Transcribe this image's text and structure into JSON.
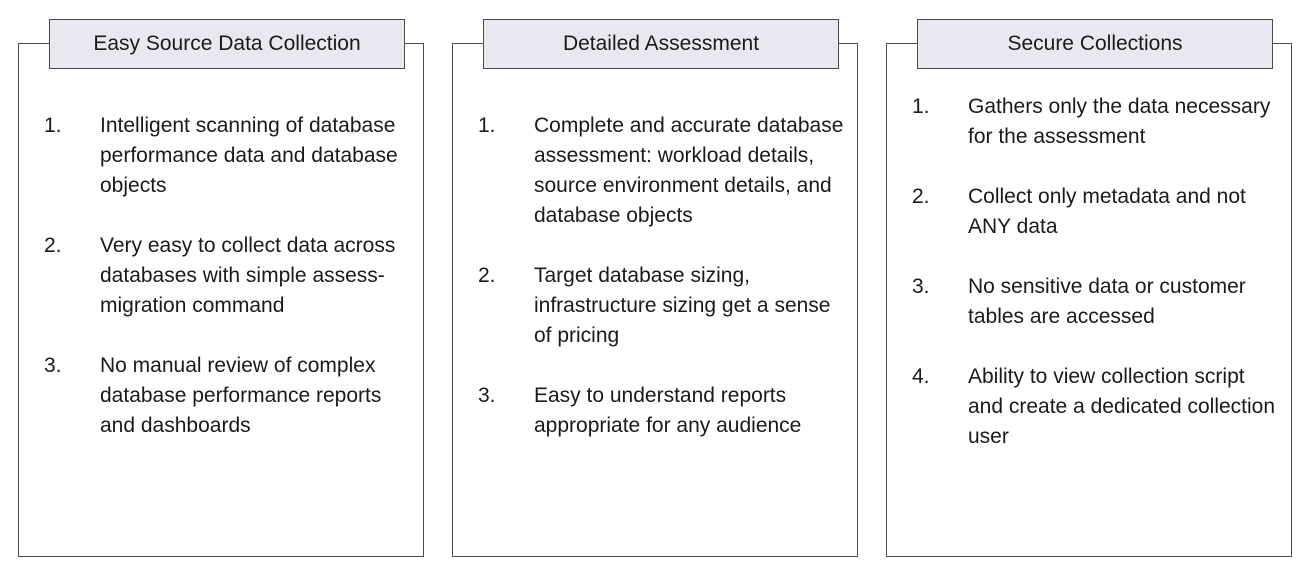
{
  "panels": [
    {
      "title": "Easy Source Data Collection",
      "items": [
        {
          "num": "1.",
          "text": "Intelligent scanning of database performance data and database objects"
        },
        {
          "num": "2.",
          "text": "Very easy to collect data across databases with simple assess-migration command"
        },
        {
          "num": "3.",
          "text": "No manual review of complex database performance reports and dashboards"
        }
      ]
    },
    {
      "title": "Detailed Assessment",
      "items": [
        {
          "num": "1.",
          "text": "Complete and accurate database assessment: workload details, source environment details, and database objects"
        },
        {
          "num": "2.",
          "text": "Target database sizing, infrastructure sizing get a sense of pricing"
        },
        {
          "num": "3.",
          "text": "Easy to understand reports appropriate for any audience"
        }
      ]
    },
    {
      "title": "Secure Collections",
      "items": [
        {
          "num": "1.",
          "text": "Gathers only the data necessary for the assessment"
        },
        {
          "num": "2.",
          "text": "Collect only metadata and not ANY data"
        },
        {
          "num": "3.",
          "text": "No sensitive data or customer tables are accessed"
        },
        {
          "num": "4.",
          "text": "Ability to view collection script and create a dedicated collection user"
        }
      ]
    }
  ]
}
